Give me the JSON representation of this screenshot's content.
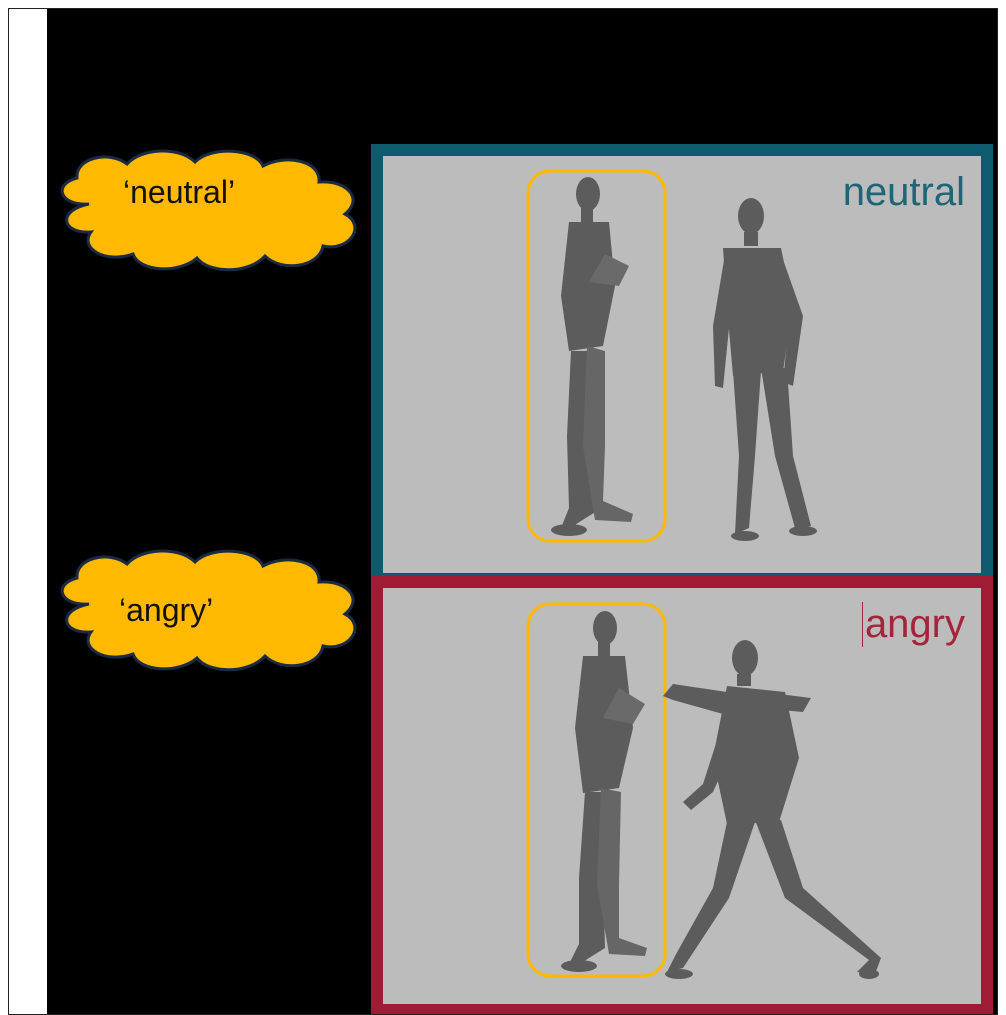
{
  "thought_bubbles": [
    {
      "text": "‘neutral’"
    },
    {
      "text": "‘angry’"
    }
  ],
  "panels": [
    {
      "label": "neutral",
      "border_color": "#0e5b6e",
      "label_color": "#1d6577"
    },
    {
      "label": "angry",
      "border_color": "#a01c34",
      "label_color": "#a5233b"
    }
  ],
  "colors": {
    "background": "#000000",
    "bubble_fill": "#ffb900",
    "bubble_outline": "#1b2a44",
    "highlight_box": "#ffb900",
    "scene_background": "#bcbcbc",
    "figure": "#5c5c5c"
  }
}
